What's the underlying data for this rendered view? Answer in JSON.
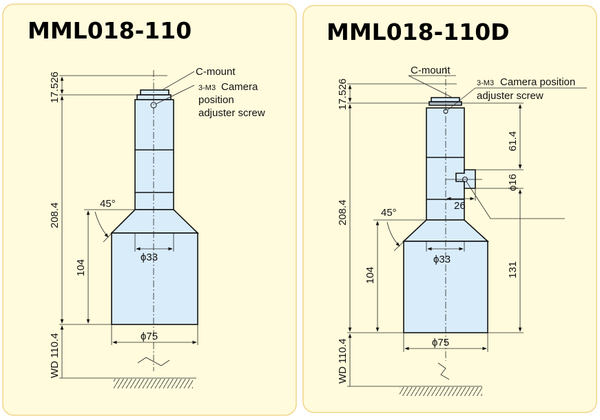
{
  "left": {
    "title": "MML018-110",
    "c_mount": "C-mount",
    "screw_prefix": "3-M3",
    "screw_line1": "Camera",
    "screw_line2": "position",
    "screw_line3": "adjuster screw",
    "dim_top": "17.526",
    "dim_total": "208.4",
    "dim_104": "104",
    "angle": "45°",
    "dia_33": "ϕ33",
    "dia_75": "ϕ75",
    "wd": "WD 110.4"
  },
  "right": {
    "title": "MML018-110D",
    "c_mount": "C-mount",
    "screw_prefix": "3-M3",
    "screw_line1": "Camera position",
    "screw_line2": "adjuster screw",
    "dim_top": "17.526",
    "dim_total": "208.4",
    "dim_61": "61.4",
    "dia_16": "ϕ16",
    "dim_26": "26",
    "dim_131": "131",
    "dim_104": "104",
    "angle": "45°",
    "dia_33": "ϕ33",
    "dia_75": "ϕ75",
    "wd": "WD 110.4"
  }
}
